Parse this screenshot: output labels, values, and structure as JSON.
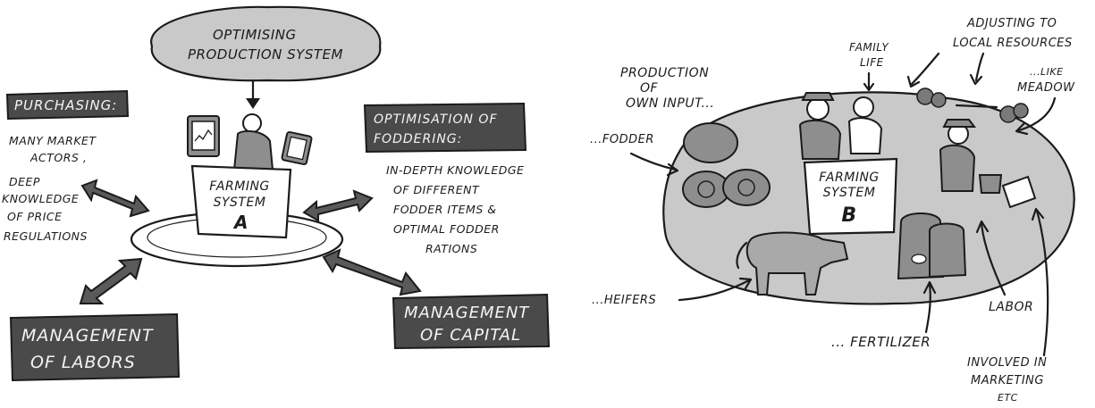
{
  "left": {
    "top_cloud": [
      "OPTIMISING",
      "PRODUCTION SYSTEM"
    ],
    "center_box": [
      "FARMING",
      "SYSTEM",
      "A"
    ],
    "purchasing_label": "PURCHASING:",
    "purchasing_text": [
      "MANY MARKET",
      "ACTORS ,",
      "DEEP",
      "KNOWLEDGE",
      "OF PRICE",
      "REGULATIONS"
    ],
    "foddering_label": [
      "OPTIMISATION OF",
      "FODDERING:"
    ],
    "foddering_text": [
      "IN-DEPTH KNOWLEDGE",
      "OF DIFFERENT",
      "FODDER ITEMS &",
      "OPTIMAL FODDER",
      "RATIONS"
    ],
    "labors_label": [
      "MANAGEMENT",
      "OF LABORS"
    ],
    "capital_label": [
      "MANAGEMENT",
      "OF CAPITAL"
    ]
  },
  "right": {
    "production_label": [
      "PRODUCTION",
      "OF",
      "OWN INPUT..."
    ],
    "family_label": [
      "FAMILY",
      "LIFE"
    ],
    "adjusting_label": [
      "ADJUSTING TO",
      "LOCAL RESOURCES"
    ],
    "meadow_label": [
      "...LIKE",
      "MEADOW"
    ],
    "fodder_label": "...FODDER",
    "center_box": [
      "FARMING",
      "SYSTEM",
      "B"
    ],
    "heifers_label": "...HEIFERS",
    "fertilizer_label": "... FERTILIZER",
    "labor_label": "LABOR",
    "marketing_label": [
      "INVOLVED IN",
      "MARKETING",
      "ETC"
    ]
  }
}
